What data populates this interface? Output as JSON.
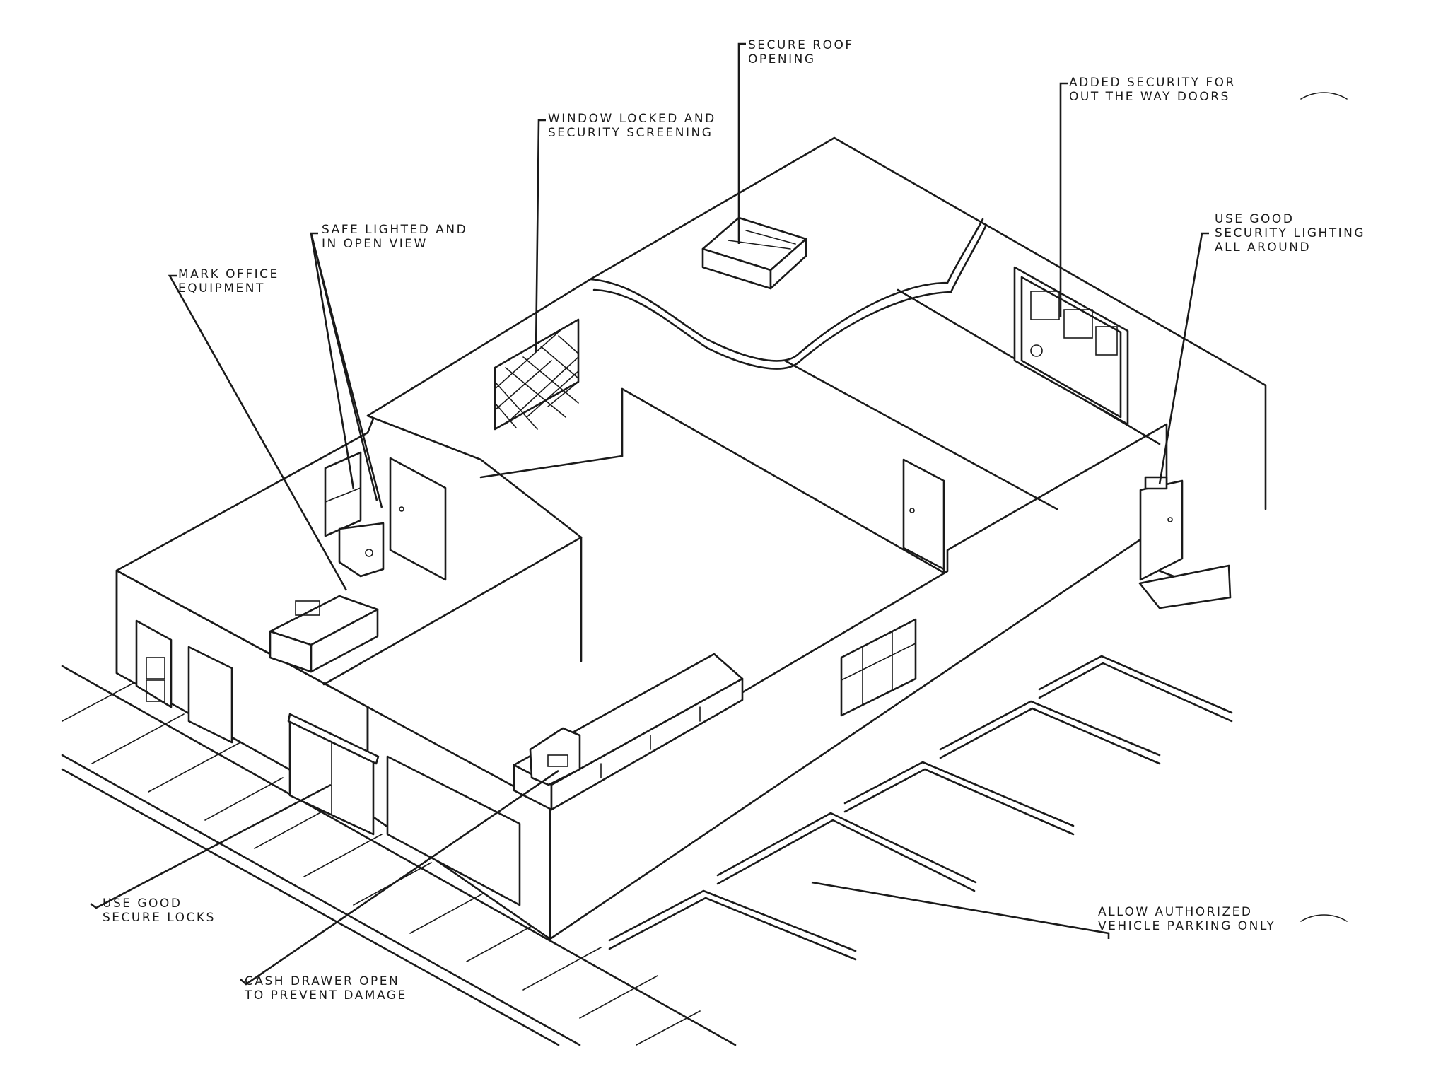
{
  "diagram": {
    "labels": {
      "secure_roof_opening": [
        "SECURE ROOF",
        "OPENING"
      ],
      "added_security_doors": [
        "ADDED SECURITY FOR",
        "OUT THE WAY DOORS"
      ],
      "window_locked": [
        "WINDOW LOCKED AND",
        "SECURITY SCREENING"
      ],
      "safe_lighted": [
        "SAFE LIGHTED AND",
        "IN OPEN VIEW"
      ],
      "use_good_lighting": [
        "USE GOOD",
        "SECURITY LIGHTING",
        "ALL AROUND"
      ],
      "mark_office_equipment": [
        "MARK OFFICE",
        "EQUIPMENT"
      ],
      "use_good_secure_locks": [
        "USE GOOD",
        "SECURE LOCKS"
      ],
      "cash_drawer_open": [
        "CASH DRAWER OPEN",
        "TO PREVENT DAMAGE"
      ],
      "allow_authorized_parking": [
        "ALLOW AUTHORIZED",
        "VEHICLE PARKING ONLY"
      ]
    }
  }
}
